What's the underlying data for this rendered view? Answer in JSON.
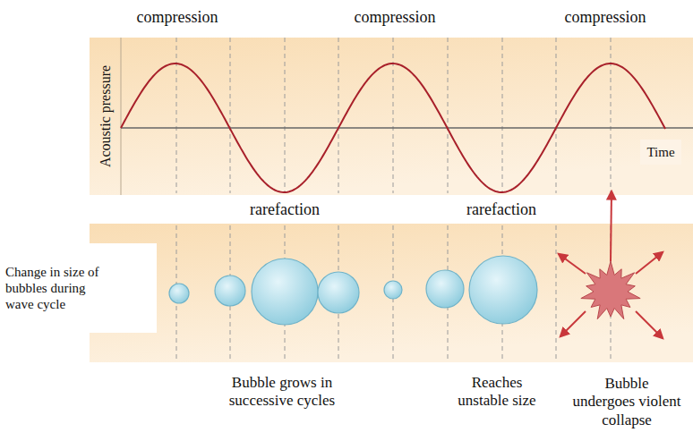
{
  "diagram": {
    "labels": [
      "compression",
      "compression",
      "compression",
      "Acoustic pressure",
      "Time",
      "rarefaction",
      "rarefaction",
      "Change in size of bubbles during wave cycle",
      "Bubble grows in successive cycles",
      "Reaches unstable size",
      "Bubble undergoes violent collapse"
    ]
  }
}
